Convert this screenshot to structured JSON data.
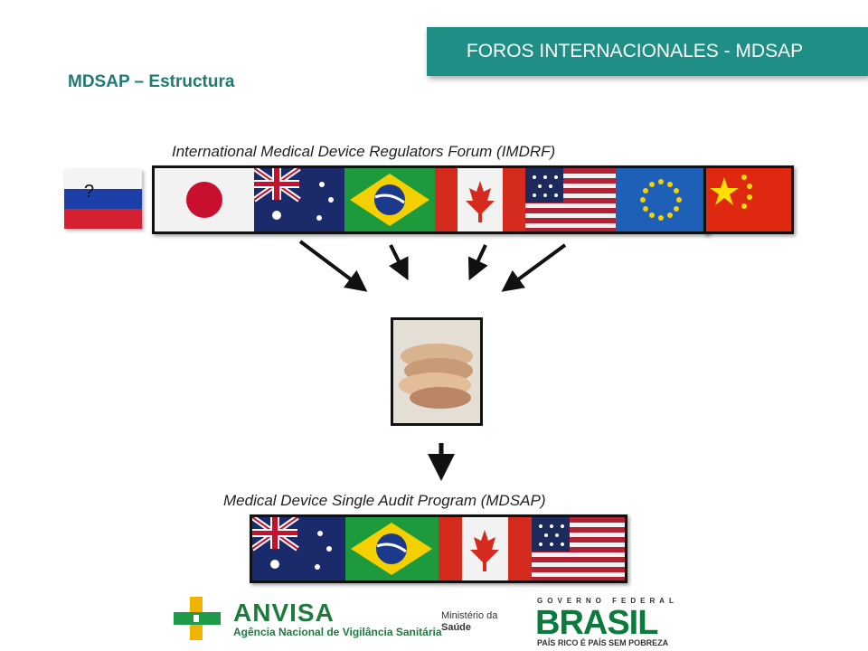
{
  "header": {
    "banner_title": "FOROS INTERNACIONALES - MDSAP",
    "section_title": "MDSAP – Estructura"
  },
  "diagram": {
    "imdrf_label": "International Medical Device Regulators Forum (IMDRF)",
    "mdsap_label": "Medical Device Single Audit Program (MDSAP)",
    "russia_marker": "?",
    "imdrf_members": [
      "japan-flag",
      "australia-flag",
      "brazil-flag",
      "canada-flag",
      "usa-flag",
      "eu-flag"
    ],
    "mdsap_members": [
      "australia-flag",
      "brazil-flag",
      "canada-flag",
      "usa-flag"
    ],
    "outside_members": [
      "russia-flag",
      "china-flag"
    ]
  },
  "footer": {
    "anvisa_name": "ANVISA",
    "anvisa_subtitle": "Agência Nacional de Vigilância Sanitária",
    "ministerio_line1": "Ministério da",
    "ministerio_line2": "Saúde",
    "gov_top": "GOVERNO FEDERAL",
    "gov_brand": "BRASIL",
    "gov_bottom": "PAÍS RICO É PAÍS SEM POBREZA"
  },
  "colors": {
    "banner": "#1f8e84",
    "title": "#1f7a72",
    "anvisa_green": "#1f7a3e"
  }
}
